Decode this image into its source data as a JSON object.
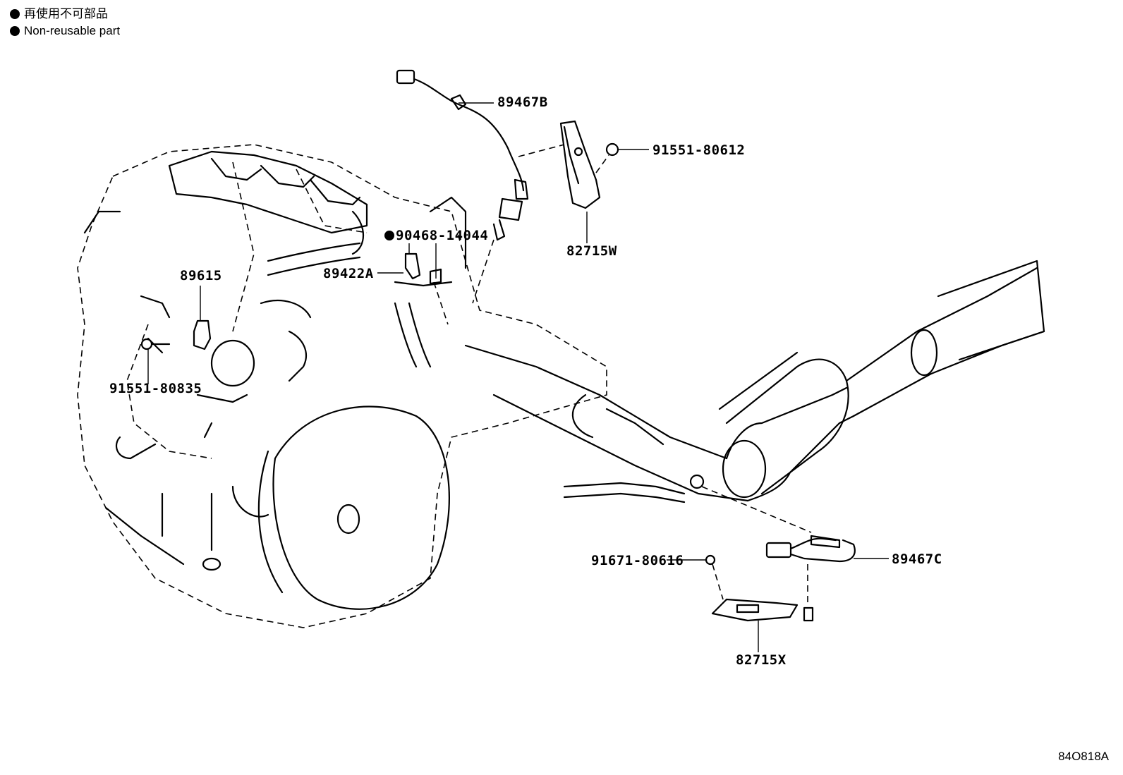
{
  "legend": {
    "line1": "再使用不可部品",
    "line2": "Non-reusable part"
  },
  "callouts": {
    "c89467B": "89467B",
    "c91551_80612": "91551-80612",
    "c82715W": "82715W",
    "c90468_14044": "90468-14044",
    "c89422A": "89422A",
    "c89615": "89615",
    "c91551_80835": "91551-80835",
    "c91671_80616": "91671-80616",
    "c89467C": "89467C",
    "c82715X": "82715X"
  },
  "figure_id": "84O818A"
}
